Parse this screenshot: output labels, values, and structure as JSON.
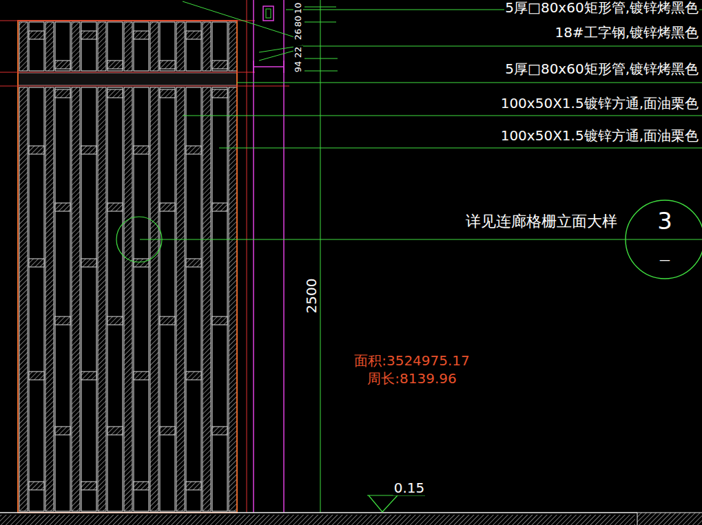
{
  "diagram": {
    "nodes": [
      {
        "text": [
          "3",
          "—"
        ]
      }
    ],
    "labels": [
      "5厚□80x60矩形管,镀锌烤黑色",
      "10",
      "80",
      "26",
      "18#工字钢,镀锌烤黑色",
      "22",
      "94",
      "5厚□80x60矩形管,镀锌烤黑色",
      "100x50X1.5镀锌方通,面油栗色",
      "100x50X1.5镀锌方通,面油栗色",
      "详见连廊格栅立面大样",
      "2500",
      "面积:3524975.17",
      "周长:8139.96",
      "0.15"
    ]
  }
}
